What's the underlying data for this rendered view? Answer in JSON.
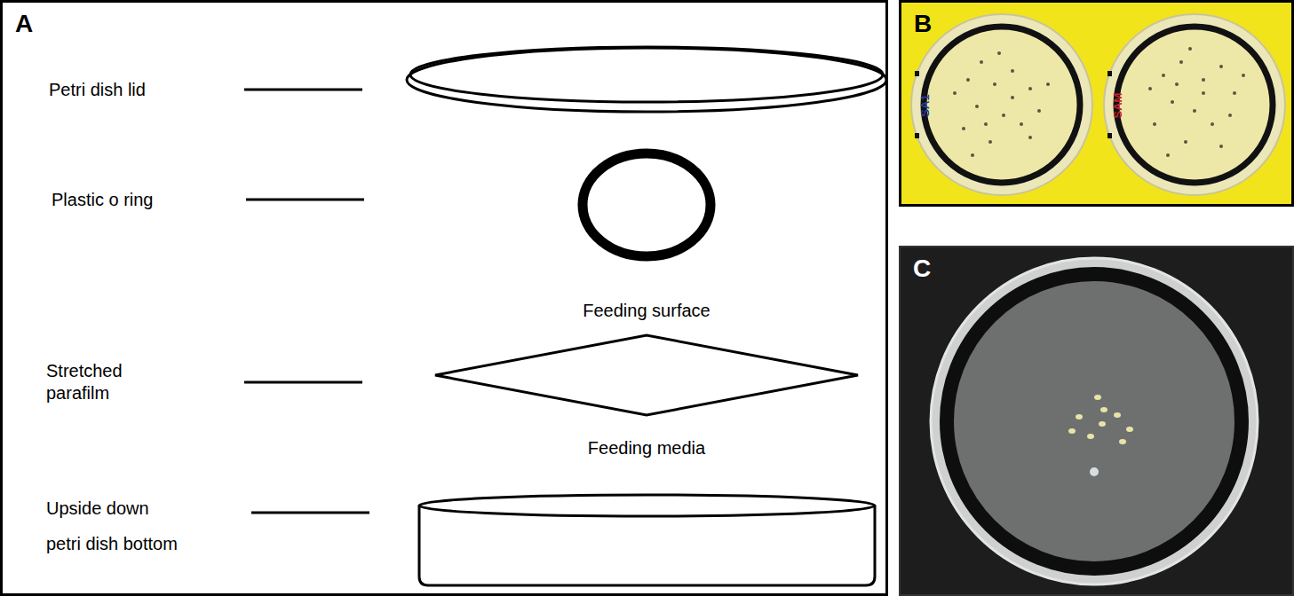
{
  "diagram": {
    "nodes": [
      {
        "text": [
          "A"
        ]
      },
      {
        "text": [
          "B"
        ]
      },
      {
        "text": [
          "C"
        ]
      }
    ],
    "labels": [
      "Petri dish lid",
      "Plastic o ring",
      "Feeding surface",
      "Stretched parafilm",
      "Feeding media",
      "Upside down petri dish bottom",
      "SA1",
      "SAM"
    ]
  }
}
